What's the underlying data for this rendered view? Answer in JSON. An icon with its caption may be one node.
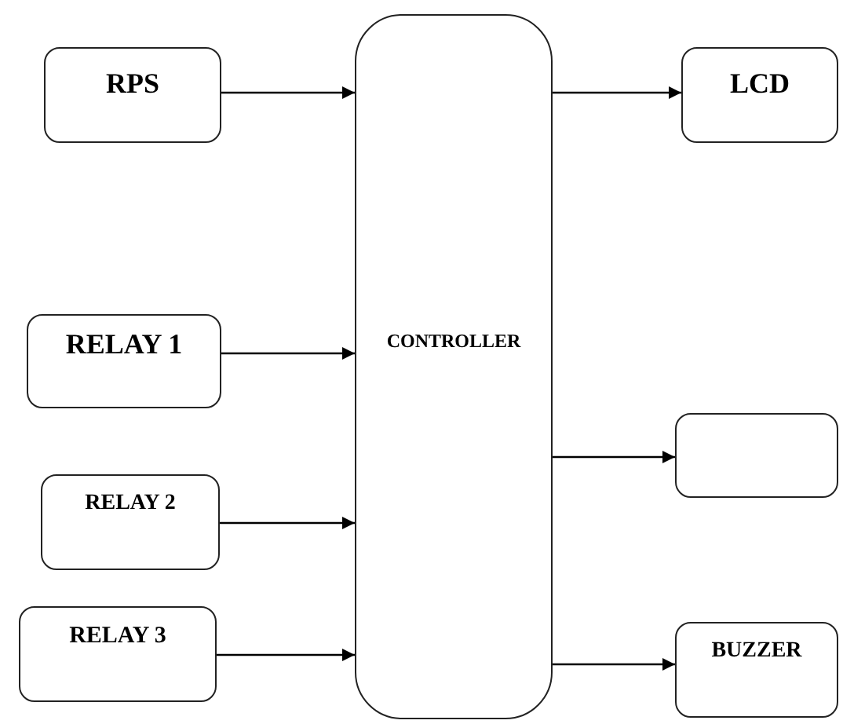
{
  "diagram": {
    "nodes": [
      {
        "text": [
          "RPS"
        ]
      },
      {
        "text": [
          "RELAY 1"
        ]
      },
      {
        "text": [
          "RELAY 2"
        ]
      },
      {
        "text": [
          "RELAY 3"
        ]
      },
      {
        "text": [
          "CONTROLLER"
        ]
      },
      {
        "text": [
          "LCD"
        ]
      },
      {
        "text": [],
        "shape": "box"
      },
      {
        "text": [
          "BUZZER"
        ]
      }
    ],
    "edges": [
      {
        "from": 0,
        "to": 4,
        "arrow": "to"
      },
      {
        "from": 1,
        "to": 4,
        "arrow": "to"
      },
      {
        "from": 2,
        "to": 4,
        "arrow": "to"
      },
      {
        "from": 3,
        "to": 4,
        "arrow": "to"
      },
      {
        "from": 4,
        "to": 5,
        "arrow": "to"
      },
      {
        "from": 4,
        "to": 6,
        "arrow": "to"
      },
      {
        "from": 4,
        "to": 7,
        "arrow": "to"
      }
    ]
  }
}
